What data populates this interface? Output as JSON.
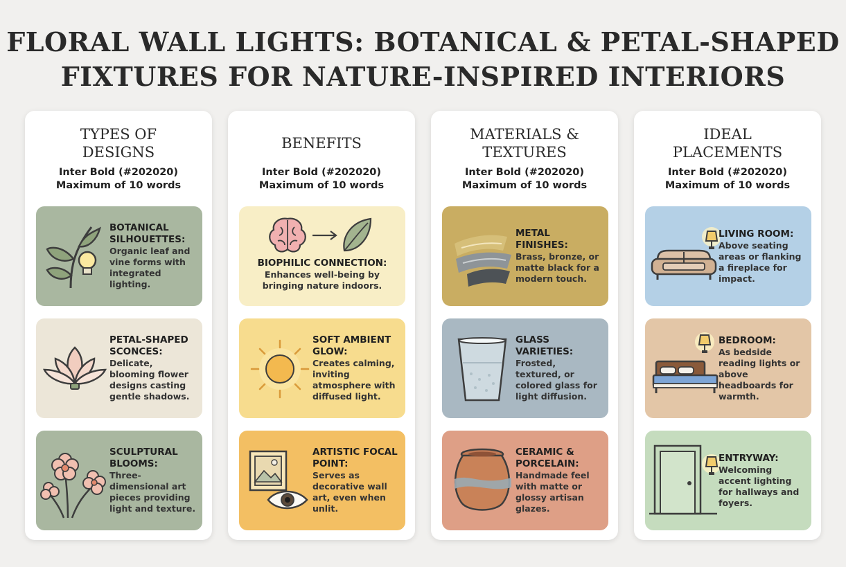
{
  "title": {
    "line1": "FLORAL WALL LIGHTS: BOTANICAL & PETAL-SHAPED",
    "line2": "FIXTURES FOR NATURE-INSPIRED INTERIORS"
  },
  "subtitle_line1": "Inter Bold (#202020)",
  "subtitle_line2": "Maximum of 10 words",
  "columns": [
    {
      "heading": "TYPES OF DESIGNS",
      "cards": [
        {
          "title": "BOTANICAL SILHOUETTES:",
          "desc": "Organic leaf and vine forms with integrated lighting.",
          "color": "#a9b7a0",
          "icon": "leaf-bulb-icon"
        },
        {
          "title": "PETAL-SHAPED SCONCES:",
          "desc": "Delicate, blooming flower designs casting gentle shadows.",
          "color": "#ece6d8",
          "icon": "lotus-icon"
        },
        {
          "title": "SCULPTURAL BLOOMS:",
          "desc": "Three-dimensional art pieces providing light and texture.",
          "color": "#a9b7a0",
          "icon": "flowers-icon"
        }
      ]
    },
    {
      "heading": "BENEFITS",
      "cards": [
        {
          "title": "BIOPHILIC CONNECTION:",
          "desc": "Enhances well-being by bringing nature indoors.",
          "color": "#f8eec6",
          "icon": "brain-leaf-icon"
        },
        {
          "title": "SOFT AMBIENT GLOW:",
          "desc": "Creates calming, inviting atmosphere with diffused light.",
          "color": "#f7dc8e",
          "icon": "sun-icon"
        },
        {
          "title": "ARTISTIC FOCAL POINT:",
          "desc": "Serves as decorative wall art, even when unlit.",
          "color": "#f3bf63",
          "icon": "picture-eye-icon"
        }
      ]
    },
    {
      "heading": "MATERIALS & TEXTURES",
      "cards": [
        {
          "title": "METAL FINISHES:",
          "desc": "Brass, bronze, or matte black for a modern touch.",
          "color": "#c9ad62",
          "icon": "metal-swatch-icon"
        },
        {
          "title": "GLASS VARIETIES:",
          "desc": "Frosted, textured, or colored glass for light diffusion.",
          "color": "#a9b8c2",
          "icon": "glass-icon"
        },
        {
          "title": "CERAMIC & PORCELAIN:",
          "desc": "Handmade feel with matte or glossy artisan glazes.",
          "color": "#de9f86",
          "icon": "vase-icon"
        }
      ]
    },
    {
      "heading": "IDEAL PLACEMENTS",
      "cards": [
        {
          "title": "LIVING ROOM:",
          "desc": "Above seating areas or flanking a fireplace for impact.",
          "color": "#b4d0e6",
          "icon": "sofa-lamp-icon"
        },
        {
          "title": "BEDROOM:",
          "desc": "As bedside reading lights or above headboards for warmth.",
          "color": "#e3c6a7",
          "icon": "bed-lamp-icon"
        },
        {
          "title": "ENTRYWAY:",
          "desc": "Welcoming accent lighting for hallways and foyers.",
          "color": "#c5dcbe",
          "icon": "door-lamp-icon"
        }
      ]
    }
  ]
}
